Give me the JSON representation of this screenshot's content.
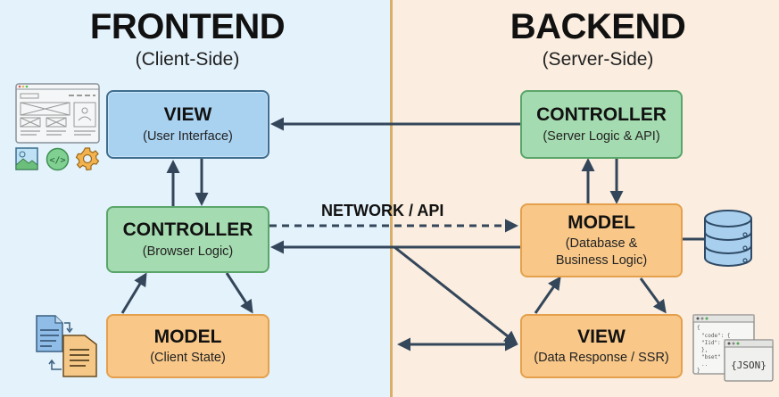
{
  "frontend": {
    "title": "FRONTEND",
    "subtitle": "(Client-Side)",
    "view": {
      "title": "VIEW",
      "subtitle": "(User Interface)"
    },
    "controller": {
      "title": "CONTROLLER",
      "subtitle": "(Browser Logic)"
    },
    "model": {
      "title": "MODEL",
      "subtitle": "(Client State)"
    },
    "icons": [
      "wireframe-icon",
      "image-icon",
      "code-icon",
      "gear-icon",
      "documents-sync-icon"
    ]
  },
  "backend": {
    "title": "BACKEND",
    "subtitle": "(Server-Side)",
    "controller": {
      "title": "CONTROLLER",
      "subtitle": "(Server Logic & API)"
    },
    "model": {
      "title": "MODEL",
      "subtitle_line1": "(Database &",
      "subtitle_line2": "Business Logic)"
    },
    "view": {
      "title": "VIEW",
      "subtitle": "(Data Response / SSR)"
    },
    "icons": [
      "database-icon",
      "json-window-icon"
    ],
    "json_label": "{JSON}"
  },
  "network": {
    "label": "NETWORK / API"
  },
  "colors": {
    "frontend_bg": "#e4f2fb",
    "backend_bg": "#fbeee0",
    "divider": "#d8ae6a",
    "view_blue": "#a9d1f0",
    "controller_green": "#a5dbb0",
    "model_orange": "#f9c889",
    "arrow": "#34465a"
  }
}
